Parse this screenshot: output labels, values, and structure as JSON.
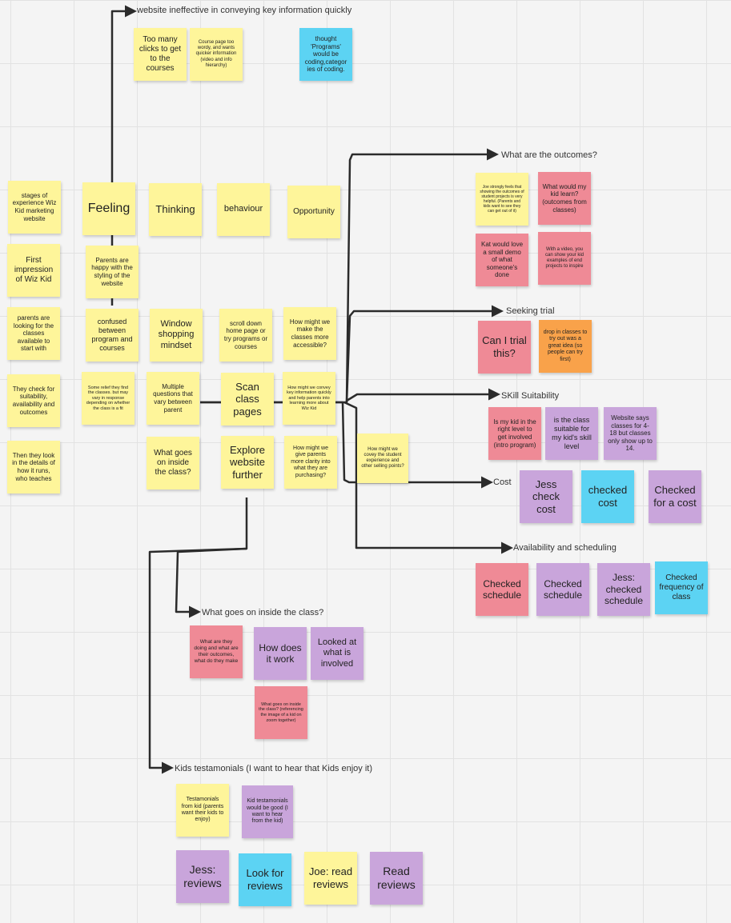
{
  "colors": {
    "yellow": "#fef59a",
    "pink": "#ef8a96",
    "purple": "#c9a5db",
    "cyan": "#5cd3f3",
    "orange": "#f9a24a",
    "arrow": "#2b2b2b"
  },
  "section_labels": {
    "website_ineffective": "website ineffective in conveying key information quickly",
    "outcomes": "What are the outcomes?",
    "seeking_trial": "Seeking trial",
    "skill_suitability": "SKill Suitability",
    "cost": "Cost",
    "availability": "Availability and scheduling",
    "inside_class": "What goes on inside the class?",
    "kids_testimonials": "Kids testamonials (I want to hear that Kids enjoy it)"
  },
  "notes": {
    "too_many_clicks": "Too many clicks to get to the courses",
    "course_page_wordy": "Course page too wordy, and wants quicker information (video and info hierarchy)",
    "thought_programs": "thought 'Programs' would be coding,categor ies of coding.",
    "stages_header": "stages of experience Wiz Kid marketing website",
    "feeling_header": "Feeling",
    "thinking_header": "Thinking",
    "behaviour_header": "behaviour",
    "opportunity_header": "Opportunity",
    "first_impression": "First impression of Wiz Kid",
    "parents_happy": "Parents are happy with the styling of the website",
    "parents_looking": "parents are looking for the classes available to start with",
    "confused": "confused between program and courses",
    "window_shopping": "Window shopping mindset",
    "scroll_down": "scroll down home page or try programs or courses",
    "how_might_accessible": "How might we make the classes more accessible?",
    "check_suitability": "They check for suitability, availability and outcomes",
    "some_relief": "Some relief they find the classes. but may vary in response depending on whether the class is a fit",
    "multiple_questions": "Multiple questions that vary between parent",
    "scan_class": "Scan class pages",
    "how_might_convey": "How might we convey key information quickly and help parents into learning more about Wiz Kid",
    "then_details": "Then they look in the details of how it runs, who teaches",
    "what_goes_inside": "What goes on inside the class?",
    "explore_further": "Explore website further",
    "how_might_clarity": "How might we give parents more clarity into what they are purchasing?",
    "how_might_student": "How might we covey the student experience and other selling points?",
    "joe_outcomes": "Joe strongly feels that showing the outcomes of student projects is very helpful. (Parents and kids want to see they can get out of it)",
    "what_kid_learn": "What would my kid learn? (outcomes from classes)",
    "kat_demo": "Kat would love a small demo of what someone's done",
    "with_video": "With a video, you can show your kid examples of end projects to inspire",
    "can_trial": "Can I trial this?",
    "drop_in": "drop in classes to try out was a great idea (so people can try first)",
    "right_level": "Is my kid in the right level to get involved (intro program)",
    "suitable_skill": "is the class suitable for my kid's skill level",
    "website_says": "Website says classes for 4-18 but classes only show up to 14.",
    "jess_cost": "Jess check cost",
    "checked_cost": "checked cost",
    "checked_for_cost": "Checked for a cost",
    "checked_schedule_pink": "Checked schedule",
    "checked_schedule_purple": "Checked schedule",
    "jess_schedule": "Jess: checked schedule",
    "checked_frequency": "Checked frequency of class",
    "what_doing": "What are they doing and what are their outcomes, what do they make",
    "how_works": "How does it work",
    "looked_involved": "Looked at what is involved",
    "what_goes_zoom": "What goes on inside the class? (referencing the image of a kid on zoom together)",
    "testimonials_kid": "Testamonials from kid (parents want their kids to enjoy)",
    "kid_testimonials_good": "Kid testamonials would be good (I want to hear from the kid)",
    "jess_reviews": "Jess: reviews",
    "look_reviews": "Look for reviews",
    "joe_reviews": "Joe: read reviews",
    "read_reviews": "Read reviews"
  }
}
